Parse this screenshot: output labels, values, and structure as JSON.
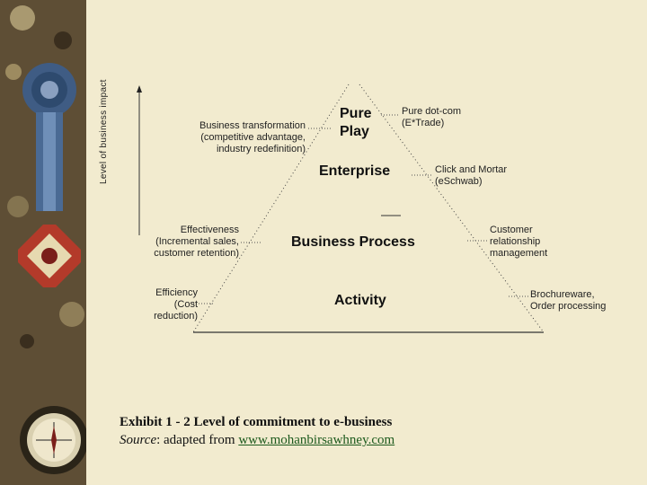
{
  "axis": {
    "label": "Level of business impact"
  },
  "levels": {
    "pure_play": "Pure\nPlay",
    "enterprise": "Enterprise",
    "business_process": "Business Process",
    "activity": "Activity"
  },
  "left_labels": {
    "transformation": "Business transformation\n(competitive advantage,\nindustry redefinition)",
    "effectiveness": "Effectiveness\n(Incremental sales,\ncustomer retention)",
    "efficiency": "Efficiency\n(Cost\nreduction)"
  },
  "right_labels": {
    "pure_dotcom": "Pure dot-com\n(E*Trade)",
    "click_mortar": "Click and Mortar\n(eSchwab)",
    "crm": "Customer\nrelationship\nmanagement",
    "brochureware": "Brochureware,\nOrder processing"
  },
  "caption": {
    "title": "Exhibit 1 - 2  Level of commitment to e-business",
    "source_label": "Source",
    "source_text": ": adapted from ",
    "source_link": "www.mohanbirsawhney.com"
  },
  "colors": {
    "background": "#f2ebcf",
    "link": "#1d5a1d",
    "line": "#333333"
  }
}
